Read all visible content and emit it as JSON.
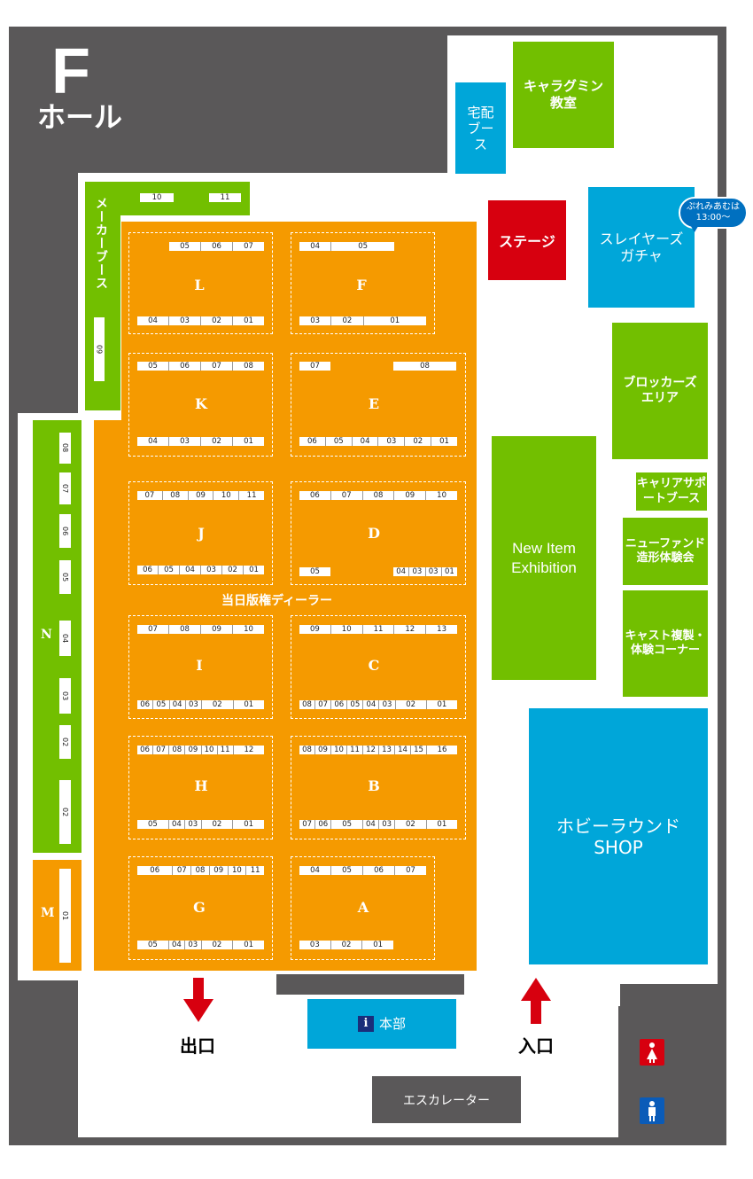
{
  "hall": {
    "letter": "F",
    "name": "ホール"
  },
  "labels": {
    "dealers": "当日版権ディーラー",
    "exit": "出口",
    "entrance": "入口",
    "hq": "本部",
    "info_icon": "i",
    "escalator": "エスカレーター"
  },
  "areas": {
    "kyaragumin": "キャラグミン教室",
    "takuhai": "宅配ブース",
    "stage": "ステージ",
    "slayers": "スレイヤーズガチャ",
    "bubble": "ぷれみあむは13:00～",
    "maker_booth": "メーカーブース",
    "blockers": "ブロッカーズエリア",
    "new_item": "New Item Exhibition",
    "career": "キャリアサポートブース",
    "new_fund": "ニューファンド造形体験会",
    "cast": "キャスト複製・体験コーナー",
    "hobby_round": "ホビーラウンドSHOP"
  },
  "maker_strip": [
    "10",
    "11",
    "09"
  ],
  "n_strip": {
    "label": "N",
    "numbers": [
      "08",
      "07",
      "06",
      "05",
      "04",
      "03",
      "02",
      "02"
    ]
  },
  "m_strip": {
    "label": "M",
    "numbers": [
      "01"
    ]
  },
  "blocks": {
    "L": {
      "label": "L",
      "top": [
        "05",
        "06",
        "07"
      ],
      "bottom": [
        "04",
        "03",
        "02",
        "01"
      ]
    },
    "F": {
      "label": "F",
      "top": [
        "04",
        "05"
      ],
      "bottom": [
        "03",
        "02",
        "01"
      ]
    },
    "K": {
      "label": "K",
      "top": [
        "05",
        "06",
        "07",
        "08"
      ],
      "bottom": [
        "04",
        "03",
        "02",
        "01"
      ]
    },
    "E": {
      "label": "E",
      "top_left": [
        "07"
      ],
      "top_right": [
        "08"
      ],
      "bottom": [
        "06",
        "05",
        "04",
        "03",
        "02",
        "01"
      ]
    },
    "J": {
      "label": "J",
      "top": [
        "07",
        "08",
        "09",
        "10",
        "11"
      ],
      "bottom": [
        "06",
        "05",
        "04",
        "03",
        "02",
        "01"
      ]
    },
    "D": {
      "label": "D",
      "top": [
        "06",
        "07",
        "08",
        "09",
        "10"
      ],
      "bottom_left": [
        "05"
      ],
      "bottom_right": [
        "04",
        "03",
        "03",
        "01"
      ]
    },
    "I": {
      "label": "I",
      "top": [
        "07",
        "08",
        "09",
        "10"
      ],
      "bottom": [
        "06",
        "05",
        "04",
        "03",
        "02",
        "01"
      ]
    },
    "C": {
      "label": "C",
      "top": [
        "09",
        "10",
        "11",
        "12",
        "13"
      ],
      "bottom": [
        "08",
        "07",
        "06",
        "05",
        "04",
        "03",
        "02",
        "01"
      ]
    },
    "H": {
      "label": "H",
      "top": [
        "06",
        "07",
        "08",
        "09",
        "10",
        "11",
        "12"
      ],
      "bottom": [
        "05",
        "04",
        "03",
        "02",
        "01"
      ]
    },
    "B": {
      "label": "B",
      "top": [
        "08",
        "09",
        "10",
        "11",
        "12",
        "13",
        "14",
        "15",
        "16"
      ],
      "bottom": [
        "07",
        "06",
        "05",
        "04",
        "03",
        "02",
        "01"
      ]
    },
    "G": {
      "label": "G",
      "top": [
        "06",
        "07",
        "08",
        "09",
        "10",
        "11"
      ],
      "bottom": [
        "05",
        "04",
        "03",
        "02",
        "01"
      ]
    },
    "A": {
      "label": "A",
      "top": [
        "04",
        "05",
        "06",
        "07"
      ],
      "bottom": [
        "03",
        "02",
        "01"
      ]
    }
  },
  "colors": {
    "wall": "#5a5859",
    "green": "#72bf00",
    "blue": "#00a6d9",
    "red": "#d7000f",
    "orange": "#f59a00"
  }
}
